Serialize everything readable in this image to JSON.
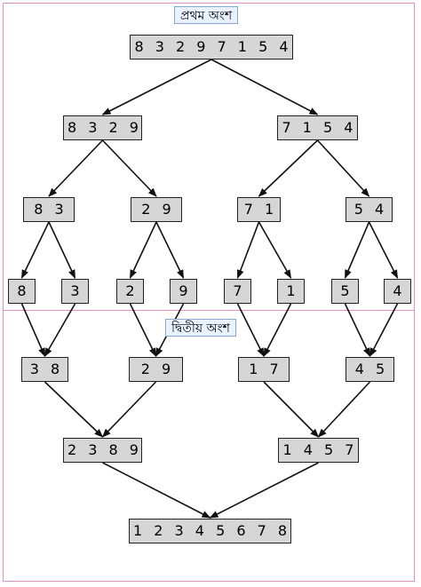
{
  "labels": {
    "part1": "প্রথম অংশ",
    "part2": "দ্বিতীয় অংশ"
  },
  "split": {
    "root": "8 3 2 9 7 1 5 4",
    "level1": [
      "8 3 2 9",
      "7 1 5 4"
    ],
    "level2": [
      "8 3",
      "2 9",
      "7 1",
      "5 4"
    ],
    "leaves": [
      "8",
      "3",
      "2",
      "9",
      "7",
      "1",
      "5",
      "4"
    ]
  },
  "merge": {
    "level1": [
      "3 8",
      "2 9",
      "1 7",
      "4 5"
    ],
    "level2": [
      "2 3 8 9",
      "1 4 5 7"
    ],
    "result": "1 2 3 4 5 6 7 8"
  },
  "colors": {
    "node_fill": "#d6d6d6",
    "frame": "#e58fc4",
    "label_fill": "#e9f3ff"
  }
}
